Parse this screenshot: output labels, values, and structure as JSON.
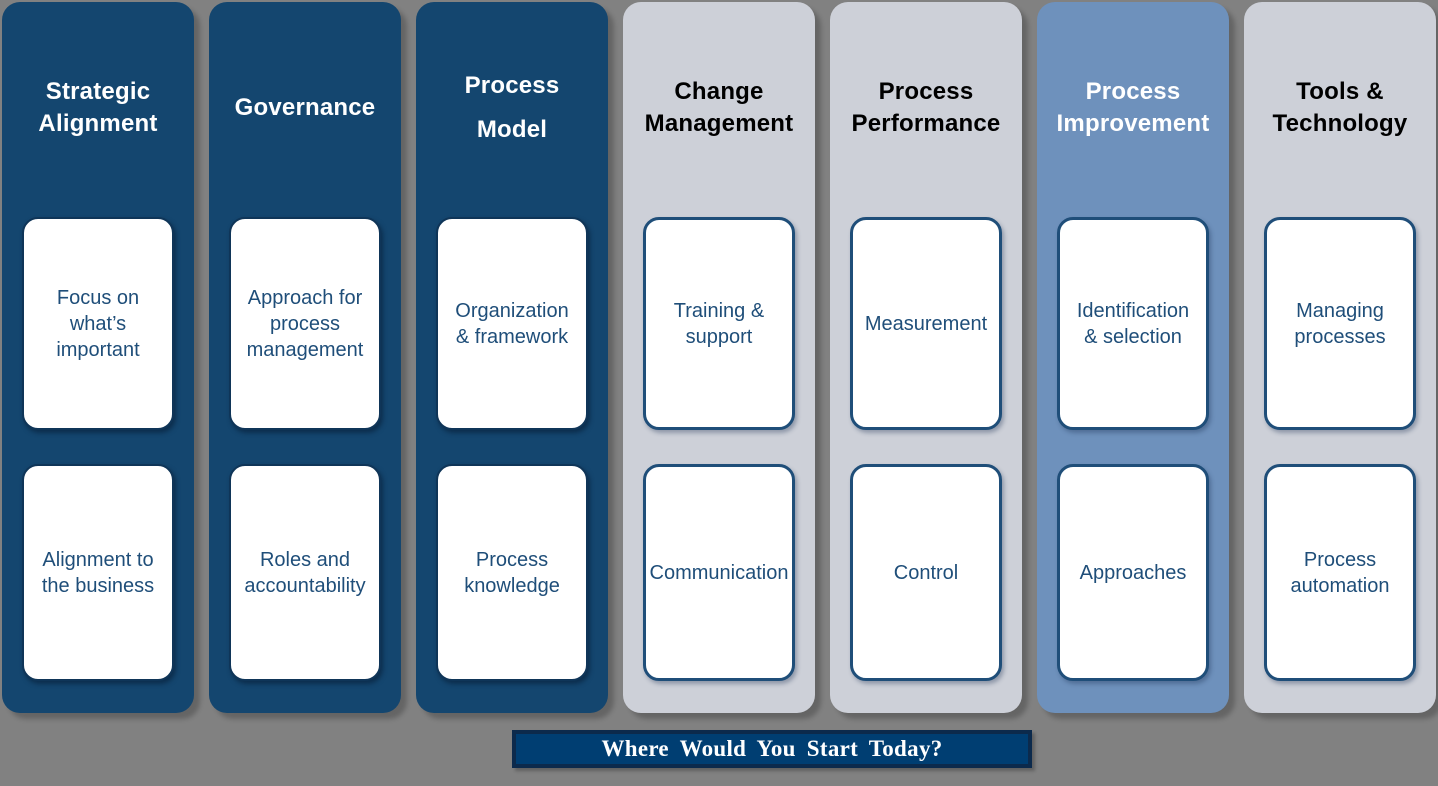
{
  "background_color": "#818181",
  "palette": {
    "dark_navy": "#14466F",
    "light_gray": "#CDD0D8",
    "medium_blue": "#6E91BC",
    "card_fill": "#FFFFFF",
    "card_border": "#1F4E79",
    "card_text": "#1F4E79",
    "header_text_on_dark": "#FFFFFF",
    "header_text_on_light": "#000000",
    "banner_fill": "#003E72",
    "banner_border": "#0C2A4C",
    "banner_text": "#FFFFFF"
  },
  "columns": [
    {
      "header": "Strategic\nAlignment",
      "variant": "dark",
      "cards": [
        "Focus on\nwhat’s\nimportant",
        "Alignment to\nthe business"
      ]
    },
    {
      "header": "Governance",
      "variant": "dark",
      "cards": [
        "Approach for\nprocess\nmanagement",
        "Roles and\naccountability"
      ]
    },
    {
      "header": "Process\nModel",
      "variant": "dark",
      "cards": [
        "Organization\n& framework",
        "Process\nknowledge"
      ]
    },
    {
      "header": "Change\nManagement",
      "variant": "light",
      "cards": [
        "Training &\nsupport",
        "Communication"
      ]
    },
    {
      "header": "Process\nPerformance",
      "variant": "light",
      "cards": [
        "Measurement",
        "Control"
      ]
    },
    {
      "header": "Process\nImprovement",
      "variant": "medium",
      "cards": [
        "Identification\n& selection",
        "Approaches"
      ]
    },
    {
      "header": "Tools &\nTechnology",
      "variant": "light",
      "cards": [
        "Managing\nprocesses",
        "Process\nautomation"
      ]
    }
  ],
  "banner": {
    "label": "Where Would You Start Today?"
  }
}
